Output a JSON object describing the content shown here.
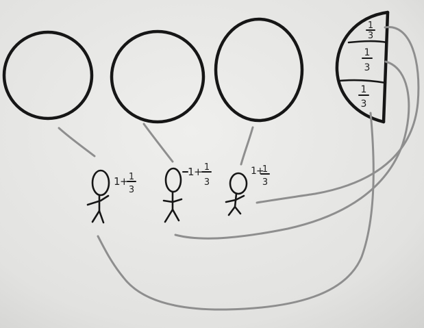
{
  "sketch": {
    "pieces": [
      {
        "numerator": "1",
        "denominator": "3"
      },
      {
        "numerator": "1",
        "denominator": "3"
      },
      {
        "numerator": "1",
        "denominator": "3"
      }
    ],
    "people": [
      {
        "whole": "1",
        "plus": "+",
        "numerator": "1",
        "denominator": "3"
      },
      {
        "whole": "1",
        "plus": "+",
        "numerator": "1",
        "denominator": "3"
      },
      {
        "whole": "1",
        "plus": "+",
        "numerator": "1",
        "denominator": "3"
      }
    ]
  }
}
